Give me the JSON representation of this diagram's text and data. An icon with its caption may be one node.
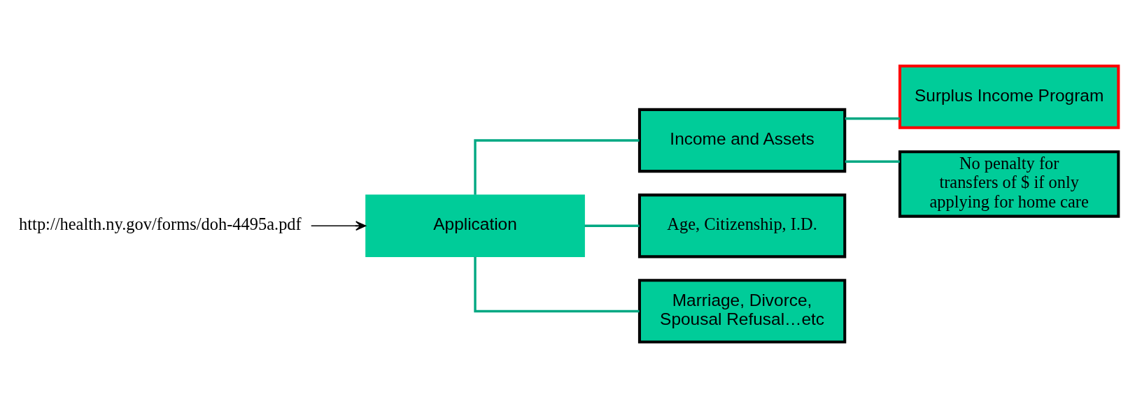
{
  "diagram": {
    "nodes": [
      {
        "text": [
          "Application"
        ]
      },
      {
        "text": [
          "Income and Assets"
        ]
      },
      {
        "text": [
          "Age, Citizenship, I.D."
        ]
      },
      {
        "text": [
          "Marriage, Divorce, Spousal Refusal…etc"
        ]
      },
      {
        "text": [
          "Surplus Income Program"
        ]
      },
      {
        "text": [
          "No penalty for transfers of $ if only applying for home care"
        ]
      },
      {
        "text": [
          "http://health.ny.gov/forms/doh-4495a.pdf"
        ]
      }
    ],
    "edges": [
      {
        "from": 0,
        "to": 1,
        "arrow": "none"
      },
      {
        "from": 0,
        "to": 2,
        "arrow": "none"
      },
      {
        "from": 0,
        "to": 3,
        "arrow": "none"
      },
      {
        "from": 1,
        "to": 4,
        "arrow": "none"
      },
      {
        "from": 1,
        "to": 5,
        "arrow": "none"
      },
      {
        "from": 6,
        "to": 0,
        "arrow": "to",
        "color": "#000000"
      }
    ]
  }
}
